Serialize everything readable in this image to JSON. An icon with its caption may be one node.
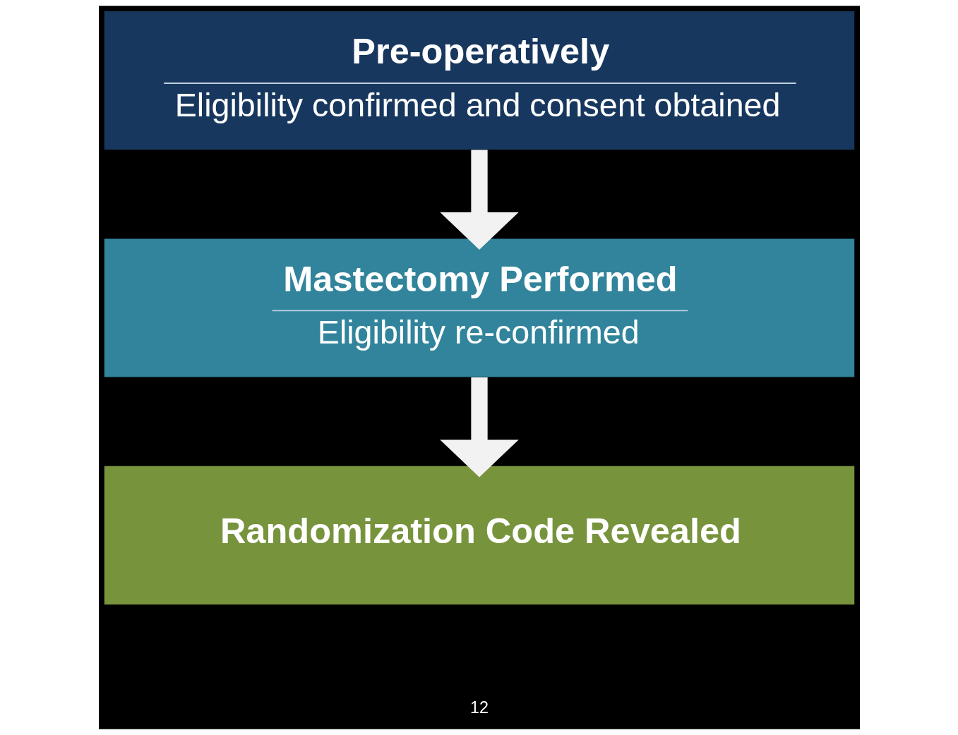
{
  "diagram": {
    "nodes": [
      {
        "text": [
          "Pre-operatively",
          "Eligibility confirmed and consent obtained"
        ]
      },
      {
        "text": [
          "Mastectomy Performed",
          "Eligibility re-confirmed"
        ]
      },
      {
        "text": [
          "Randomization Code Revealed"
        ]
      }
    ],
    "edges": [
      {
        "from": 0,
        "to": 1,
        "arrow": "to"
      },
      {
        "from": 1,
        "to": 2,
        "arrow": "to"
      }
    ],
    "labels": [
      "12"
    ]
  }
}
